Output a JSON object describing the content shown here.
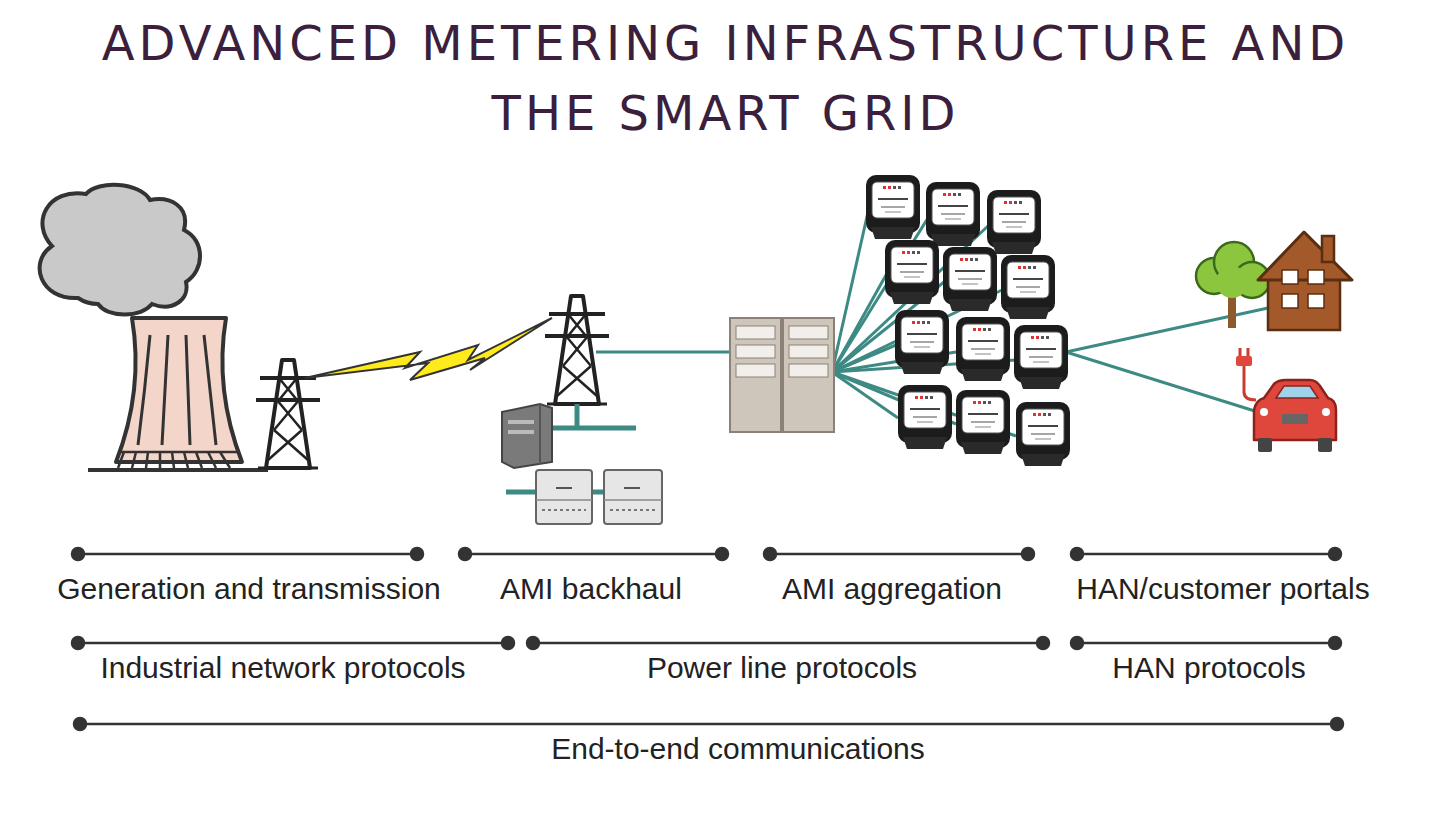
{
  "diagram": {
    "title": "ADVANCED METERING INFRASTRUCTURE AND THE SMART GRID",
    "labels": [
      "Generation and transmission",
      "AMI backhaul",
      "AMI aggregation",
      "HAN/customer portals",
      "Industrial network protocols",
      "Power line protocols",
      "HAN protocols",
      "End-to-end communications"
    ]
  }
}
